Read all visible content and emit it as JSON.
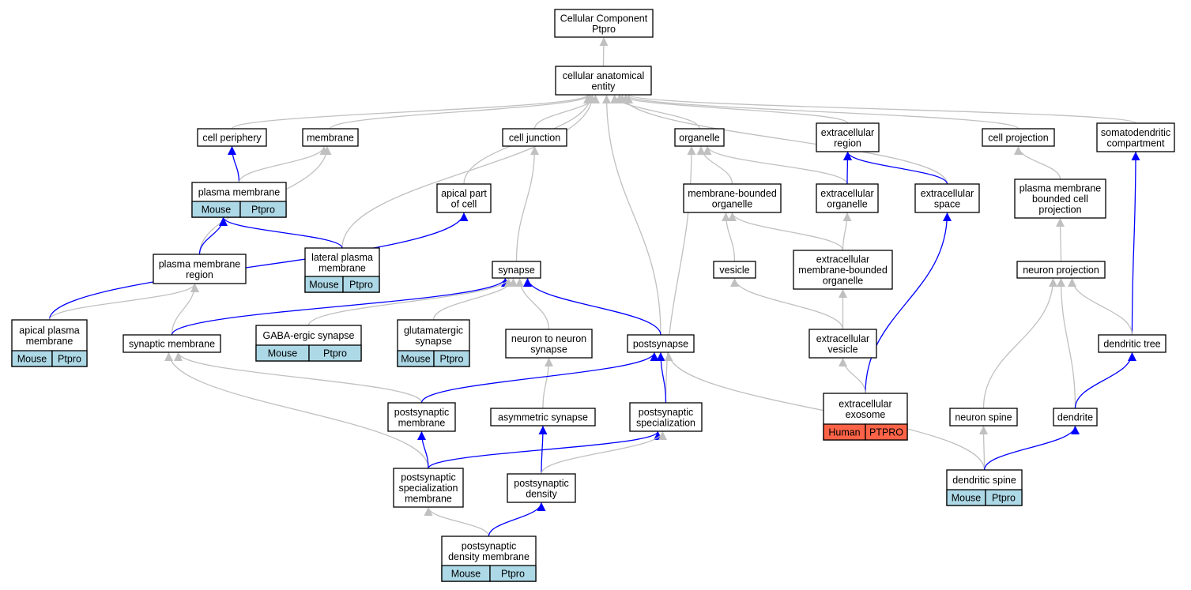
{
  "colors": {
    "is_a_edge": "#c0c0c0",
    "part_of_edge": "#0000ff",
    "mouse_tag": "#add8e6",
    "human_tag": "#ff6347"
  },
  "nodes": [
    {
      "id": "root",
      "lines": [
        "Cellular Component",
        "Ptpro"
      ]
    },
    {
      "id": "cae",
      "lines": [
        "cellular anatomical",
        "entity"
      ]
    },
    {
      "id": "cperiph",
      "lines": [
        "cell periphery"
      ]
    },
    {
      "id": "membrane",
      "lines": [
        "membrane"
      ]
    },
    {
      "id": "celljunc",
      "lines": [
        "cell junction"
      ]
    },
    {
      "id": "organelle",
      "lines": [
        "organelle"
      ]
    },
    {
      "id": "exreg",
      "lines": [
        "extracellular",
        "region"
      ]
    },
    {
      "id": "cellproj",
      "lines": [
        "cell projection"
      ]
    },
    {
      "id": "somato",
      "lines": [
        "somatodendritic",
        "compartment"
      ]
    },
    {
      "id": "pm",
      "lines": [
        "plasma membrane"
      ],
      "tags": [
        "Mouse",
        "Ptpro"
      ]
    },
    {
      "id": "apicalpart",
      "lines": [
        "apical part",
        "of cell"
      ]
    },
    {
      "id": "mbo",
      "lines": [
        "membrane-bounded",
        "organelle"
      ]
    },
    {
      "id": "exorg",
      "lines": [
        "extracellular",
        "organelle"
      ]
    },
    {
      "id": "exspace",
      "lines": [
        "extracellular",
        "space"
      ]
    },
    {
      "id": "pmbcp",
      "lines": [
        "plasma membrane",
        "bounded cell",
        "projection"
      ]
    },
    {
      "id": "pmr",
      "lines": [
        "plasma membrane",
        "region"
      ]
    },
    {
      "id": "lpm",
      "lines": [
        "lateral plasma",
        "membrane"
      ],
      "tags": [
        "Mouse",
        "Ptpro"
      ]
    },
    {
      "id": "synapse",
      "lines": [
        "synapse"
      ]
    },
    {
      "id": "vesicle",
      "lines": [
        "vesicle"
      ]
    },
    {
      "id": "exmbo",
      "lines": [
        "extracellular",
        "membrane-bounded",
        "organelle"
      ]
    },
    {
      "id": "neuronproj",
      "lines": [
        "neuron projection"
      ]
    },
    {
      "id": "apm",
      "lines": [
        "apical plasma",
        "membrane"
      ],
      "tags": [
        "Mouse",
        "Ptpro"
      ]
    },
    {
      "id": "synmem",
      "lines": [
        "synaptic membrane"
      ]
    },
    {
      "id": "gaba",
      "lines": [
        "GABA-ergic synapse"
      ],
      "tags": [
        "Mouse",
        "Ptpro"
      ]
    },
    {
      "id": "glut",
      "lines": [
        "glutamatergic",
        "synapse"
      ],
      "tags": [
        "Mouse",
        "Ptpro"
      ]
    },
    {
      "id": "n2n",
      "lines": [
        "neuron to neuron",
        "synapse"
      ]
    },
    {
      "id": "postsyn",
      "lines": [
        "postsynapse"
      ]
    },
    {
      "id": "exves",
      "lines": [
        "extracellular",
        "vesicle"
      ]
    },
    {
      "id": "dtree",
      "lines": [
        "dendritic tree"
      ]
    },
    {
      "id": "psm",
      "lines": [
        "postsynaptic",
        "membrane"
      ]
    },
    {
      "id": "asym",
      "lines": [
        "asymmetric synapse"
      ]
    },
    {
      "id": "psspec",
      "lines": [
        "postsynaptic",
        "specialization"
      ]
    },
    {
      "id": "exo",
      "lines": [
        "extracellular",
        "exosome"
      ],
      "tags": [
        "Human",
        "PTPRO"
      ]
    },
    {
      "id": "nspine",
      "lines": [
        "neuron spine"
      ]
    },
    {
      "id": "dendrite",
      "lines": [
        "dendrite"
      ]
    },
    {
      "id": "pssm",
      "lines": [
        "postsynaptic",
        "specialization",
        "membrane"
      ]
    },
    {
      "id": "psd",
      "lines": [
        "postsynaptic",
        "density"
      ]
    },
    {
      "id": "dspine",
      "lines": [
        "dendritic spine"
      ],
      "tags": [
        "Mouse",
        "Ptpro"
      ]
    },
    {
      "id": "psdm",
      "lines": [
        "postsynaptic",
        "density membrane"
      ],
      "tags": [
        "Mouse",
        "Ptpro"
      ]
    }
  ],
  "edges": [
    {
      "from": "cae",
      "to": "root",
      "type": "is_a"
    },
    {
      "from": "cperiph",
      "to": "cae",
      "type": "is_a"
    },
    {
      "from": "membrane",
      "to": "cae",
      "type": "is_a"
    },
    {
      "from": "celljunc",
      "to": "cae",
      "type": "is_a"
    },
    {
      "from": "organelle",
      "to": "cae",
      "type": "is_a"
    },
    {
      "from": "exreg",
      "to": "cae",
      "type": "is_a"
    },
    {
      "from": "cellproj",
      "to": "cae",
      "type": "is_a"
    },
    {
      "from": "somato",
      "to": "cae",
      "type": "is_a"
    },
    {
      "from": "apicalpart",
      "to": "cae",
      "type": "is_a"
    },
    {
      "from": "lpm",
      "to": "cae",
      "type": "is_a"
    },
    {
      "from": "postsyn",
      "to": "cae",
      "type": "is_a"
    },
    {
      "from": "exspace",
      "to": "cae",
      "type": "is_a"
    },
    {
      "from": "pm",
      "to": "cperiph",
      "type": "part_of"
    },
    {
      "from": "pm",
      "to": "membrane",
      "type": "is_a"
    },
    {
      "from": "pmr",
      "to": "membrane",
      "type": "is_a"
    },
    {
      "from": "synapse",
      "to": "celljunc",
      "type": "is_a"
    },
    {
      "from": "mbo",
      "to": "organelle",
      "type": "is_a"
    },
    {
      "from": "exorg",
      "to": "organelle",
      "type": "is_a"
    },
    {
      "from": "psspec",
      "to": "organelle",
      "type": "is_a"
    },
    {
      "from": "exorg",
      "to": "exreg",
      "type": "part_of"
    },
    {
      "from": "exspace",
      "to": "exreg",
      "type": "part_of"
    },
    {
      "from": "pmbcp",
      "to": "cellproj",
      "type": "is_a"
    },
    {
      "from": "dtree",
      "to": "somato",
      "type": "part_of"
    },
    {
      "from": "pmr",
      "to": "pm",
      "type": "part_of"
    },
    {
      "from": "lpm",
      "to": "pm",
      "type": "part_of"
    },
    {
      "from": "apm",
      "to": "apicalpart",
      "type": "part_of"
    },
    {
      "from": "vesicle",
      "to": "mbo",
      "type": "is_a"
    },
    {
      "from": "exmbo",
      "to": "mbo",
      "type": "is_a"
    },
    {
      "from": "exmbo",
      "to": "exorg",
      "type": "is_a"
    },
    {
      "from": "exo",
      "to": "exspace",
      "type": "part_of"
    },
    {
      "from": "neuronproj",
      "to": "pmbcp",
      "type": "is_a"
    },
    {
      "from": "apm",
      "to": "pmr",
      "type": "is_a"
    },
    {
      "from": "synmem",
      "to": "pmr",
      "type": "is_a"
    },
    {
      "from": "synmem",
      "to": "synapse",
      "type": "part_of"
    },
    {
      "from": "gaba",
      "to": "synapse",
      "type": "is_a"
    },
    {
      "from": "glut",
      "to": "synapse",
      "type": "is_a"
    },
    {
      "from": "n2n",
      "to": "synapse",
      "type": "is_a"
    },
    {
      "from": "postsyn",
      "to": "synapse",
      "type": "part_of"
    },
    {
      "from": "exves",
      "to": "vesicle",
      "type": "is_a"
    },
    {
      "from": "exves",
      "to": "exmbo",
      "type": "is_a"
    },
    {
      "from": "dtree",
      "to": "neuronproj",
      "type": "is_a"
    },
    {
      "from": "nspine",
      "to": "neuronproj",
      "type": "is_a"
    },
    {
      "from": "dendrite",
      "to": "neuronproj",
      "type": "is_a"
    },
    {
      "from": "psm",
      "to": "synmem",
      "type": "is_a"
    },
    {
      "from": "pssm",
      "to": "synmem",
      "type": "is_a"
    },
    {
      "from": "asym",
      "to": "n2n",
      "type": "is_a"
    },
    {
      "from": "psm",
      "to": "postsyn",
      "type": "part_of"
    },
    {
      "from": "psspec",
      "to": "postsyn",
      "type": "part_of"
    },
    {
      "from": "dspine",
      "to": "postsyn",
      "type": "is_a"
    },
    {
      "from": "exo",
      "to": "exves",
      "type": "is_a"
    },
    {
      "from": "dendrite",
      "to": "dtree",
      "type": "part_of"
    },
    {
      "from": "pssm",
      "to": "psm",
      "type": "part_of"
    },
    {
      "from": "psd",
      "to": "asym",
      "type": "part_of"
    },
    {
      "from": "pssm",
      "to": "psspec",
      "type": "part_of"
    },
    {
      "from": "psd",
      "to": "psspec",
      "type": "is_a"
    },
    {
      "from": "dspine",
      "to": "nspine",
      "type": "is_a"
    },
    {
      "from": "dspine",
      "to": "dendrite",
      "type": "part_of"
    },
    {
      "from": "psdm",
      "to": "pssm",
      "type": "is_a"
    },
    {
      "from": "psdm",
      "to": "psd",
      "type": "part_of"
    }
  ]
}
